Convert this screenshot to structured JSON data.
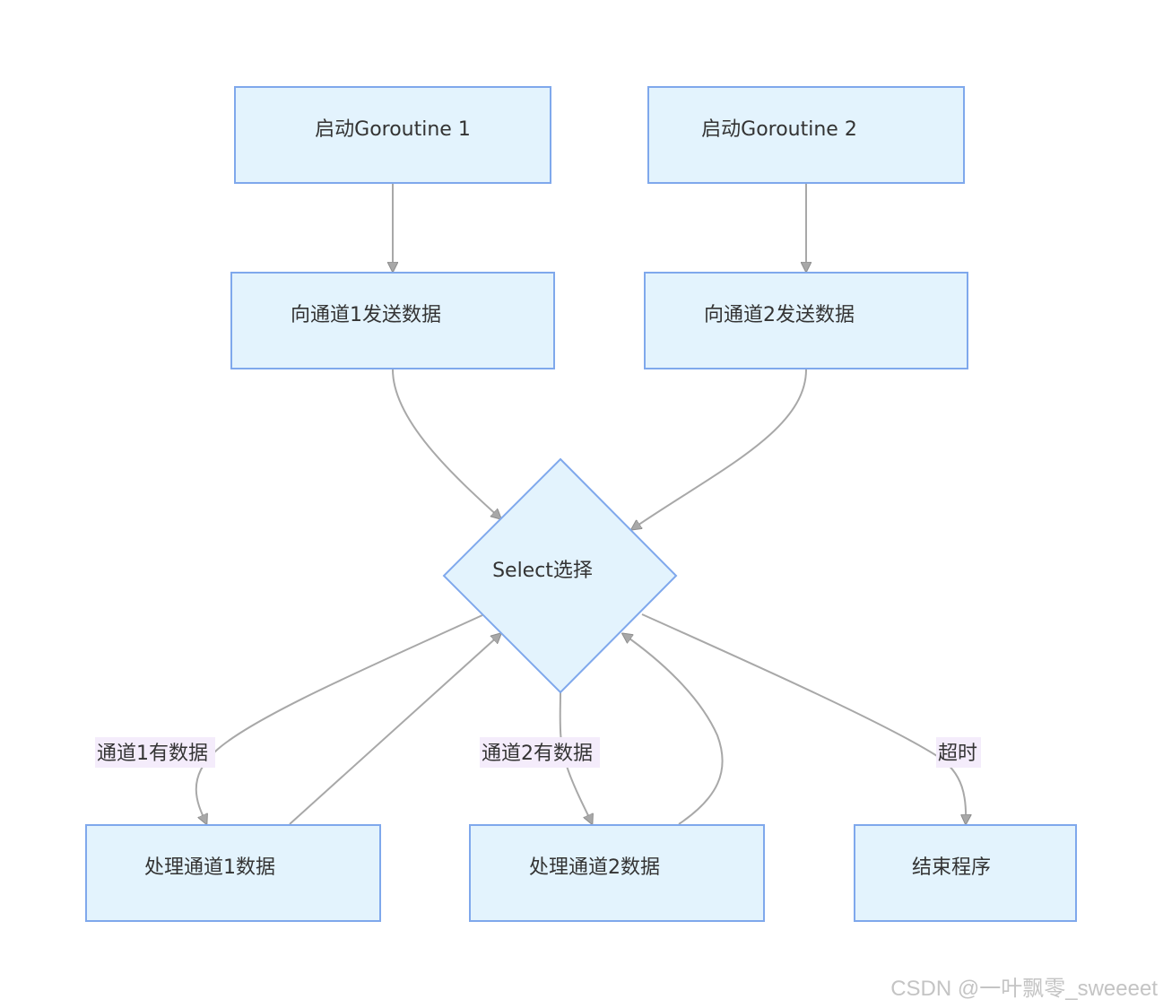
{
  "nodes": {
    "start_g1": "启动Goroutine 1",
    "start_g2": "启动Goroutine 2",
    "send_ch1": "向通道1发送数据",
    "send_ch2": "向通道2发送数据",
    "select": "Select选择",
    "handle_ch1": "处理通道1数据",
    "handle_ch2": "处理通道2数据",
    "end": "结束程序"
  },
  "edge_labels": {
    "ch1_has_data": "通道1有数据",
    "ch2_has_data": "通道2有数据",
    "timeout": "超时"
  },
  "watermark": "CSDN @一叶飘零_sweeeet",
  "colors": {
    "node_fill": "#e3f3fd",
    "node_stroke": "#7fa8ec",
    "edge": "#a8a8a8",
    "edge_label_bg": "#f4ecfb"
  }
}
